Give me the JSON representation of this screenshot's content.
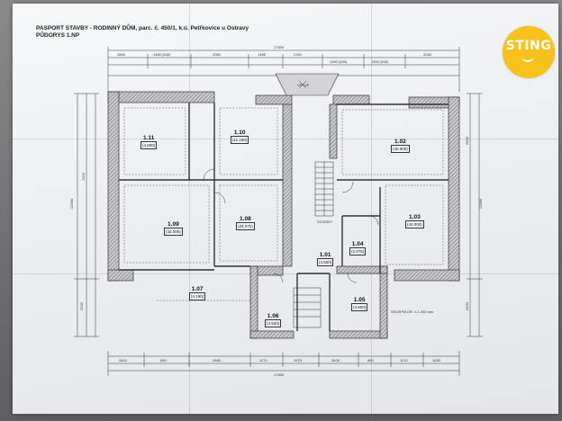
{
  "document": {
    "title_lines": [
      "PASPORT STAVBY - RODINNÝ DŮM, parc. č. 450/1, k.ú. Petřkovice u Ostravy",
      "PŮDORYS 1.NP"
    ]
  },
  "logo": {
    "text": "STING",
    "background": "#f7c21b"
  },
  "rooms": [
    {
      "number": "1.11",
      "area": "(4.600)"
    },
    {
      "number": "1.10",
      "area": "(11.190)"
    },
    {
      "number": "1.09",
      "area": "(42.000)"
    },
    {
      "number": "1.08",
      "area": "(24.070)"
    },
    {
      "number": "1.07",
      "area": "(4.190)"
    },
    {
      "number": "1.06",
      "area": "(4.520)"
    },
    {
      "number": "1.05",
      "area": "(4.800)"
    },
    {
      "number": "1.04",
      "area": "(2.076)"
    },
    {
      "number": "1.03",
      "area": "(42.000)"
    },
    {
      "number": "1.02",
      "area": "(40.000)"
    },
    {
      "number": "1.01",
      "area": "(4.500)"
    }
  ],
  "dimensions": {
    "top_total": "17900",
    "bottom_total": "17900",
    "top_row": [
      "1660",
      "1480 (840)",
      "2080",
      "1465",
      "2350",
      "1390 (840)",
      "1300 (840)",
      "2040"
    ],
    "bottom_row": [
      "2610",
      "690",
      "2660",
      "1170",
      "1575",
      "3405",
      "890",
      "1170",
      "1030"
    ],
    "left_side": [
      "12980",
      "3150",
      "7000"
    ],
    "right_side": [
      "12680",
      "2500",
      "2960"
    ]
  },
  "notes": {
    "entry_label": "VSTUP",
    "stair_note": "SCHODY",
    "level_note": "SKLEPNÍ ÚR. ±-1.260 mm"
  }
}
